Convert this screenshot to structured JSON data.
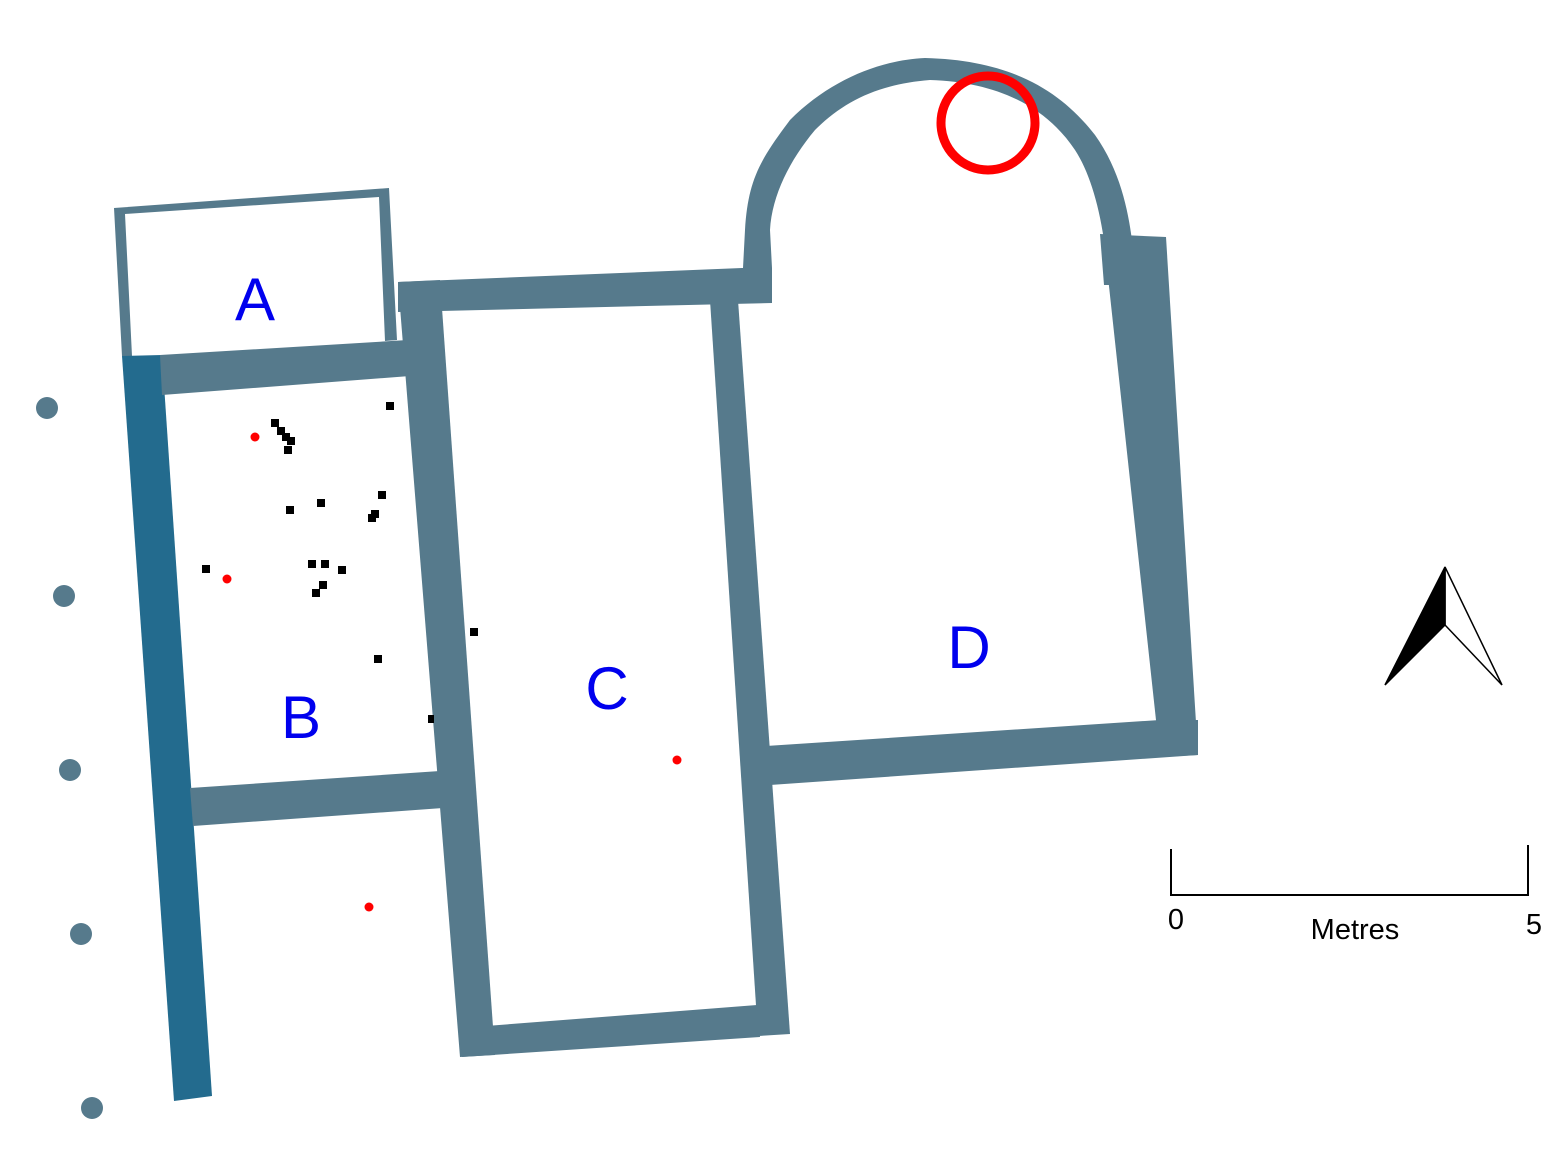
{
  "colors": {
    "wall": "#567a8c",
    "west_wall": "#236b8e",
    "thin_wall": "#567a8c",
    "post": "#567a8c",
    "room_label": "#0000ee",
    "find_marker": "#000000",
    "sample_point": "#ff0000",
    "highlight_circle": "#ff0000",
    "scale_bar": "#000000",
    "north_arrow": "#000000"
  },
  "rooms": [
    {
      "id": "A",
      "label": "A"
    },
    {
      "id": "B",
      "label": "B"
    },
    {
      "id": "C",
      "label": "C"
    },
    {
      "id": "D",
      "label": "D"
    }
  ],
  "scale_bar": {
    "start_label": "0",
    "end_label": "5",
    "unit_label": "Metres"
  },
  "icons": {
    "north_arrow": "north-arrow-icon",
    "find_marker": "square-marker-icon",
    "sample_point": "red-dot-icon",
    "post": "posthole-icon",
    "highlight": "red-ring-icon"
  }
}
